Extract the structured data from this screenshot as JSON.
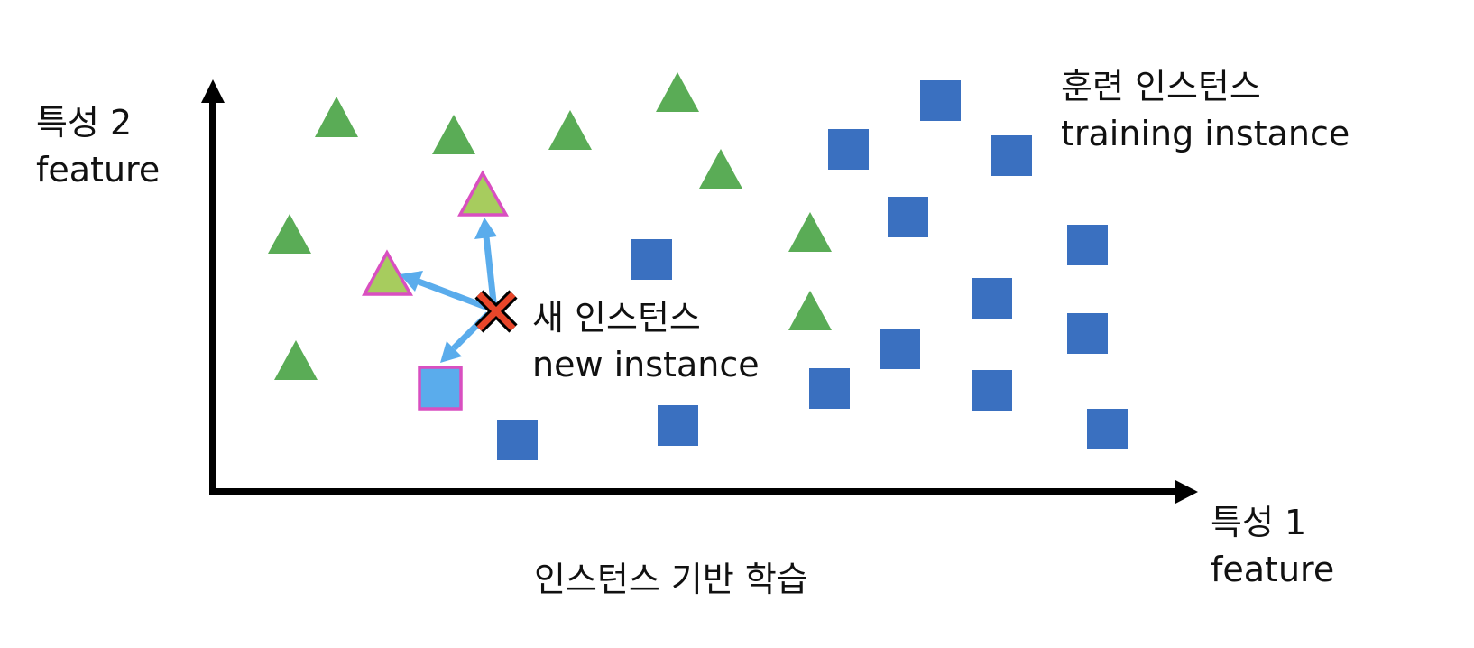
{
  "labels": {
    "y_axis_ko": "특성 2",
    "y_axis_en": "feature",
    "x_axis_ko": "특성 1",
    "x_axis_en": "feature",
    "training_ko": "훈련 인스턴스",
    "training_en": "training instance",
    "new_ko": "새 인스턴스",
    "new_en": "new instance",
    "title": "인스턴스 기반 학습"
  },
  "colors": {
    "triangle": "#5aac56",
    "square": "#3a70c0",
    "neighbor_triangle_fill": "#a7cc5e",
    "neighbor_square_fill": "#5aacec",
    "neighbor_outline": "#d94fc0",
    "arrow": "#5aacec",
    "new_instance": "#e8462a",
    "axis": "#000000"
  },
  "icons": {
    "triangle": "triangle-class-a-icon",
    "square": "square-class-b-icon",
    "new_instance": "x-cross-icon",
    "arrow": "arrow-icon"
  }
}
